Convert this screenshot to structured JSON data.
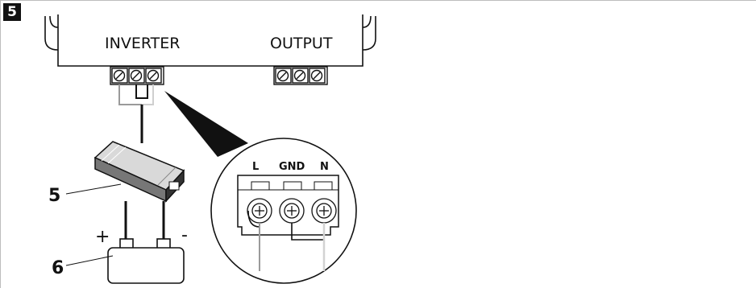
{
  "figure": {
    "step_number": "5",
    "distribution_box": {
      "inverter_label": "INVERTER",
      "output_label": "OUTPUT"
    },
    "terminal_detail": {
      "l_label": "L",
      "gnd_label": "GND",
      "n_label": "N"
    },
    "callouts": {
      "inverter_number": "5",
      "battery_number": "6"
    },
    "battery": {
      "positive_label": "+",
      "negative_label": "-"
    }
  }
}
